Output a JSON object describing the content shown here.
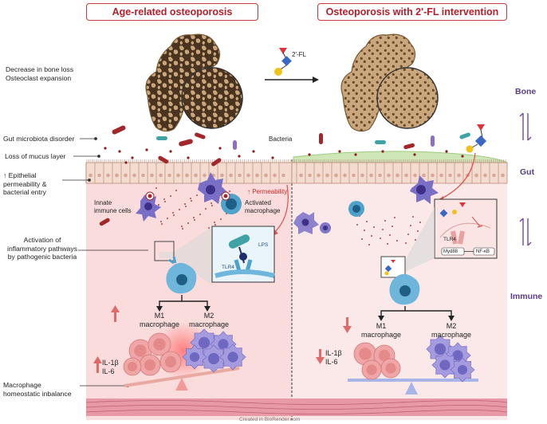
{
  "titles": {
    "left": "Age-related osteoporosis",
    "right": "Osteoporosis with 2'-FL intervention"
  },
  "compound_label": "2'-FL",
  "side_labels": {
    "bone": "Bone",
    "gut": "Gut",
    "immune": "Immune"
  },
  "left_annotations": {
    "bone_loss_1": "Decrease in bone loss",
    "bone_loss_2": "Osteoclast expansion",
    "microbiota": "Gut microbiota disorder",
    "mucus": "Loss of mucus layer",
    "epithelial_1": "↑ Epithelial",
    "epithelial_2": "permeability &",
    "epithelial_3": "bacterial entry",
    "inflam_1": "Activation of",
    "inflam_2": "inflammatory pathways",
    "inflam_3": "by pathogenic bacteria",
    "macro_1": "Macrophage",
    "macro_2": "homeostatic inbalance"
  },
  "diagram_labels": {
    "bacteria": "Bacteria",
    "innate_1": "Innate",
    "innate_2": "immune cells",
    "permeability": "↑ Permeability",
    "activated_1": "Activated",
    "activated_2": "macrophage",
    "lps": "LPS",
    "tlr4": "TLR4",
    "tlr4_right": "TLR4",
    "myd88": "Myd88",
    "nfkb": "NF-κB",
    "m1_left": "M1",
    "m1_left_2": "macrophage",
    "m2_left": "M2",
    "m2_left_2": "macrophage",
    "m1_right": "M1",
    "m1_right_2": "macrophage",
    "m2_right": "M2",
    "m2_right_2": "macrophage",
    "il1b_left": "IL-1β",
    "il6_left": "IL-6",
    "il1b_right": "IL-1β",
    "il6_right": "IL-6",
    "credit": "Created in BioRender.com"
  },
  "colors": {
    "title_red": "#b3202d",
    "side_purple": "#5a3d8a",
    "left_tissue": "#fbe0e0",
    "right_tissue": "#fbeaea",
    "bone_tan": "#c2a078",
    "bone_dark": "#5a3f22",
    "macrophage_blue": "#6fb6dc",
    "m1_pink": "#e59496",
    "m2_lavender": "#9b93d6",
    "arrow_red": "#d9534f"
  }
}
